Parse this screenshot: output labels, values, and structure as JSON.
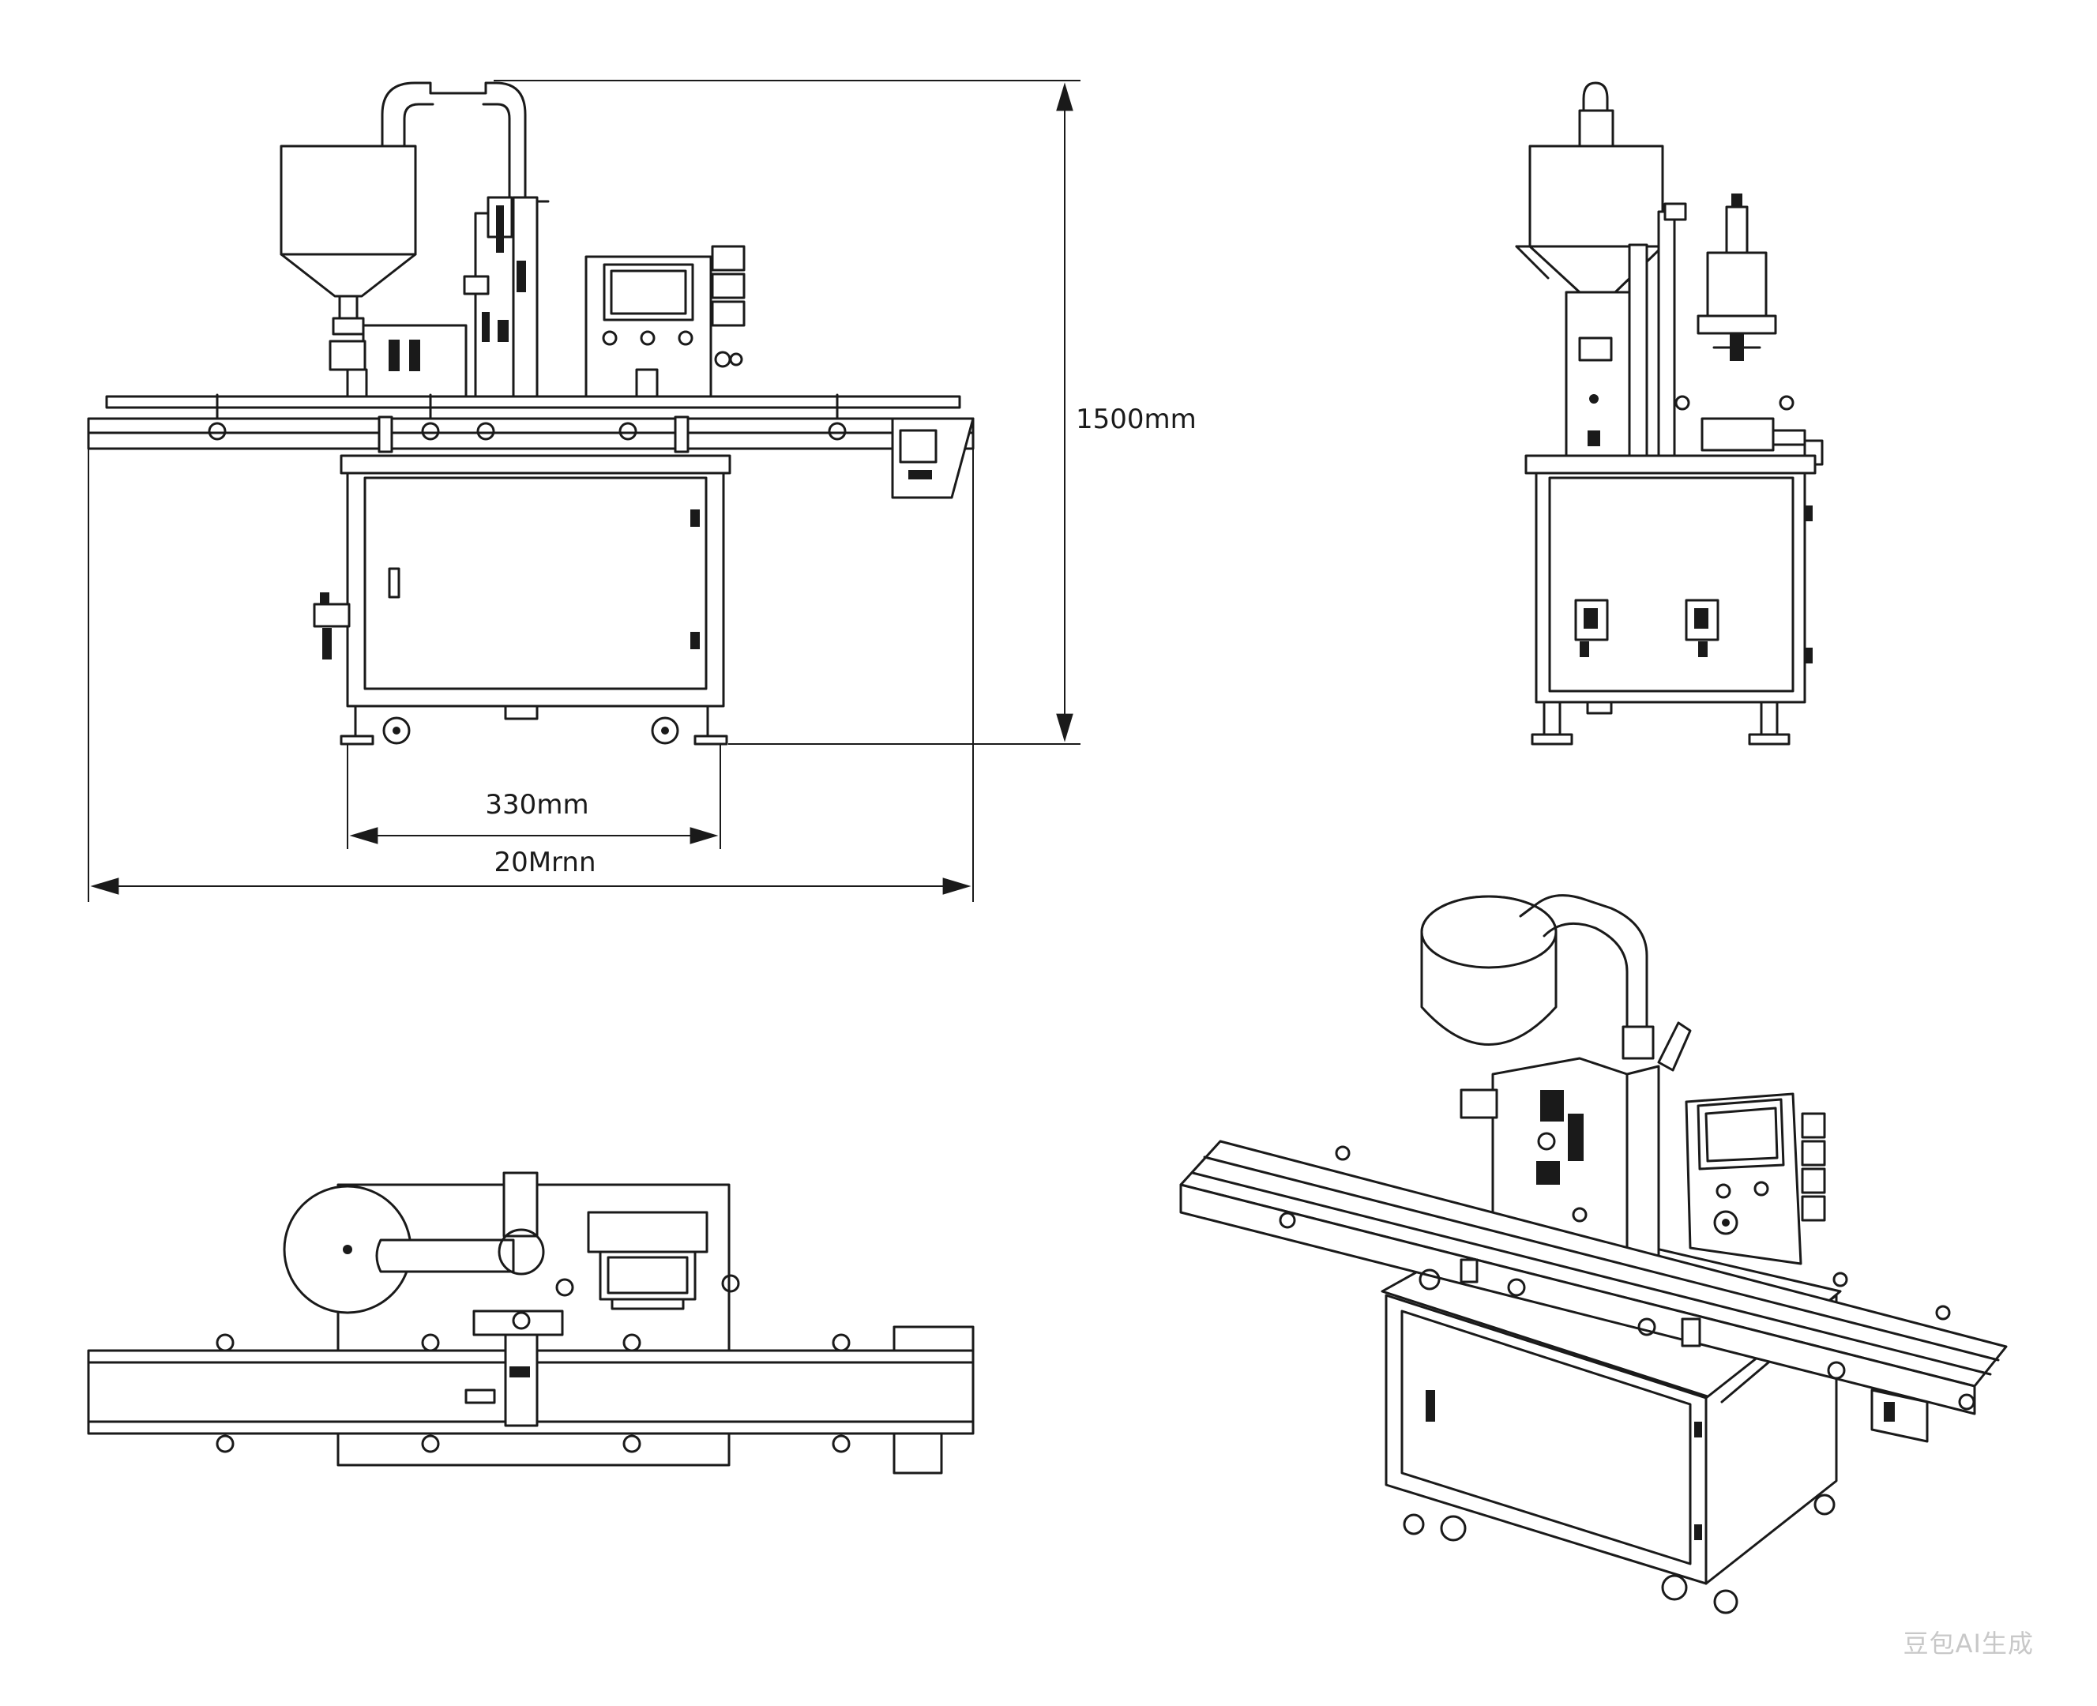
{
  "dimensions": {
    "height_label": "1500mm",
    "frame_width_label": "330mm",
    "total_length_label": "20Mrnn"
  },
  "watermark": "豆包AI生成",
  "colors": {
    "line": "#1a1a1a",
    "background": "#ffffff",
    "watermark": "#c8c8c8"
  }
}
